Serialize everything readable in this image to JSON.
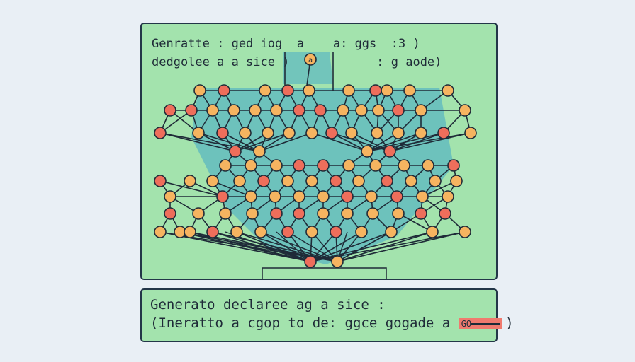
{
  "panel": {
    "title_line1": "Genratte : ged iog  a    a: ggs  :3 )",
    "title_line2": "dedgolee a a sice )            : g aode)"
  },
  "graph": {
    "node_color": "#f6b460",
    "node_alt_color": "#ee6e5b",
    "edge_color": "#1f2b38",
    "band_color": "#41a7c9",
    "top_node_label": "a"
  },
  "bottom": {
    "line1": "Generato declaree ag a sice :",
    "line2_prefix": "(Ineratto a cgop to de: ggce gogade a ",
    "pill_label": "GO",
    "line2_suffix": ")"
  }
}
